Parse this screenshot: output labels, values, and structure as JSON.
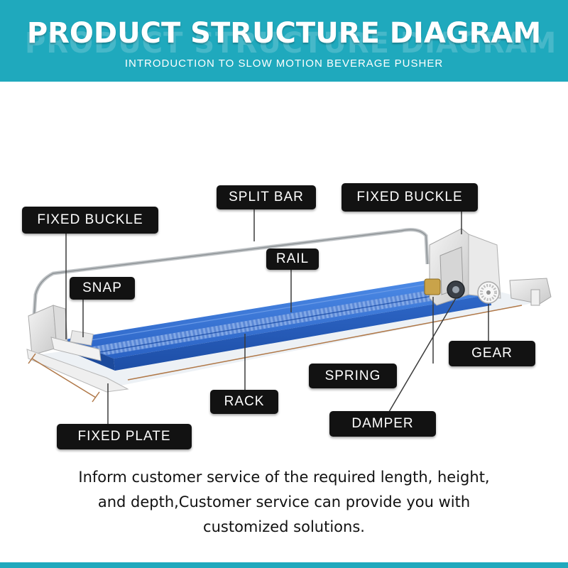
{
  "header": {
    "title": "PRODUCT STRUCTURE DIAGRAM",
    "ghost_title": "PRODUCT STRUCTURE DIAGRAM",
    "subtitle": "INTRODUCTION TO SLOW MOTION BEVERAGE PUSHER"
  },
  "labels": {
    "split_bar": "SPLIT BAR",
    "fixed_buckle_right": "FIXED BUCKLE",
    "fixed_buckle_left": "FIXED BUCKLE",
    "rail": "RAIL",
    "snap": "SNAP",
    "gear": "GEAR",
    "spring": "SPRING",
    "rack": "RACK",
    "damper": "DAMPER",
    "fixed_plate": "FIXED PLATE"
  },
  "note": {
    "line1": "Inform customer service of the required length, height,",
    "line2": "and depth,Customer service can provide you with",
    "line3": "customized solutions."
  },
  "colors": {
    "header_bg": "#1fa9bd",
    "rail_blue": "#2f6fd0",
    "label_bg": "#121212",
    "dimension_line": "#b07848"
  }
}
